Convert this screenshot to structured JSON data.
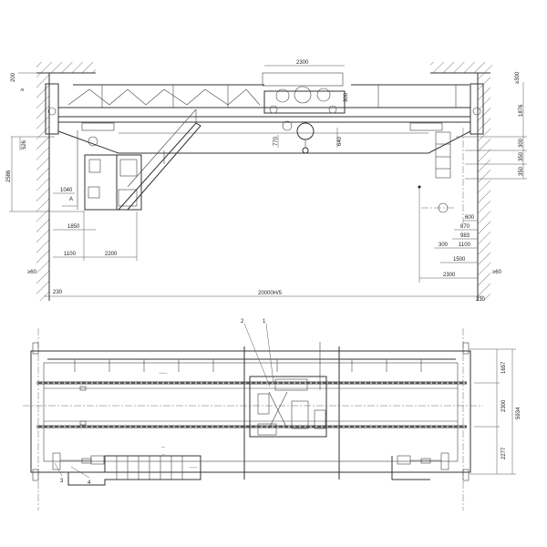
{
  "elevation": {
    "dims": {
      "trolley_span": "2300",
      "top_left_clearance": "200",
      "top_left_angle": "≥",
      "left_526": "526",
      "left_height": "2586",
      "cab_1040": "1040",
      "cab_1850": "1850",
      "left_1100": "1100",
      "left_2200": "2200",
      "left_gap": "≥60",
      "left_230": "230",
      "span": "20000H/5",
      "hook_770": "770",
      "hook_640": "640",
      "trolley_height": "300",
      "right_top_clearance": "≥300",
      "right_1876": "1876",
      "right_300": "300",
      "right_350a": "350",
      "right_350b": "350",
      "right_600": "600",
      "right_870": "870",
      "right_983": "983",
      "right_300b": "300",
      "right_1100": "1100",
      "right_1500": "1500",
      "right_2300": "2300",
      "right_gap": "≥60",
      "right_230": "230",
      "section_mark": "A"
    }
  },
  "plan": {
    "callouts": [
      "1",
      "2",
      "3",
      "4"
    ],
    "dims": {
      "top": "1657",
      "rail_gauge": "2300",
      "bottom": "2277",
      "total": "5934"
    }
  }
}
